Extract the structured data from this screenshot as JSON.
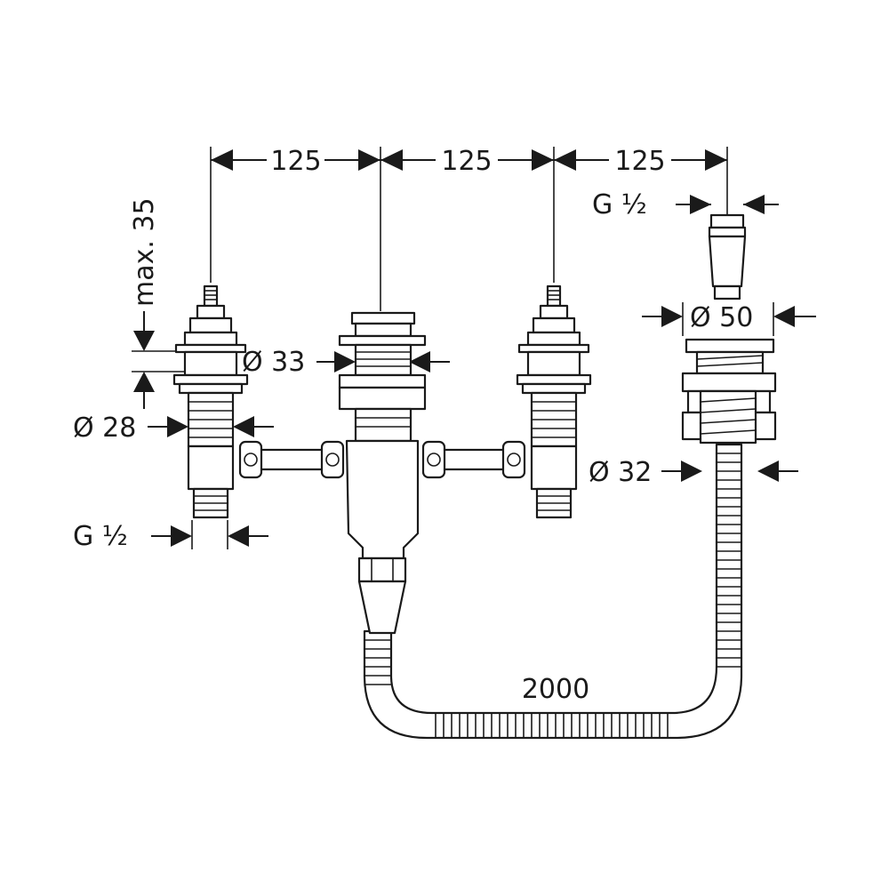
{
  "dimensions": {
    "spacing_1": "125",
    "spacing_2": "125",
    "spacing_3": "125",
    "thread_top_right": "G ½",
    "thread_bottom_left": "G ½",
    "max_depth": "max. 35",
    "dia_center": "Ø 33",
    "dia_left": "Ø 28",
    "dia_flange": "Ø 50",
    "dia_hose_outlet": "Ø 32",
    "hose_length": "2000"
  },
  "colors": {
    "line": "#1a1a1a",
    "background": "#ffffff"
  }
}
